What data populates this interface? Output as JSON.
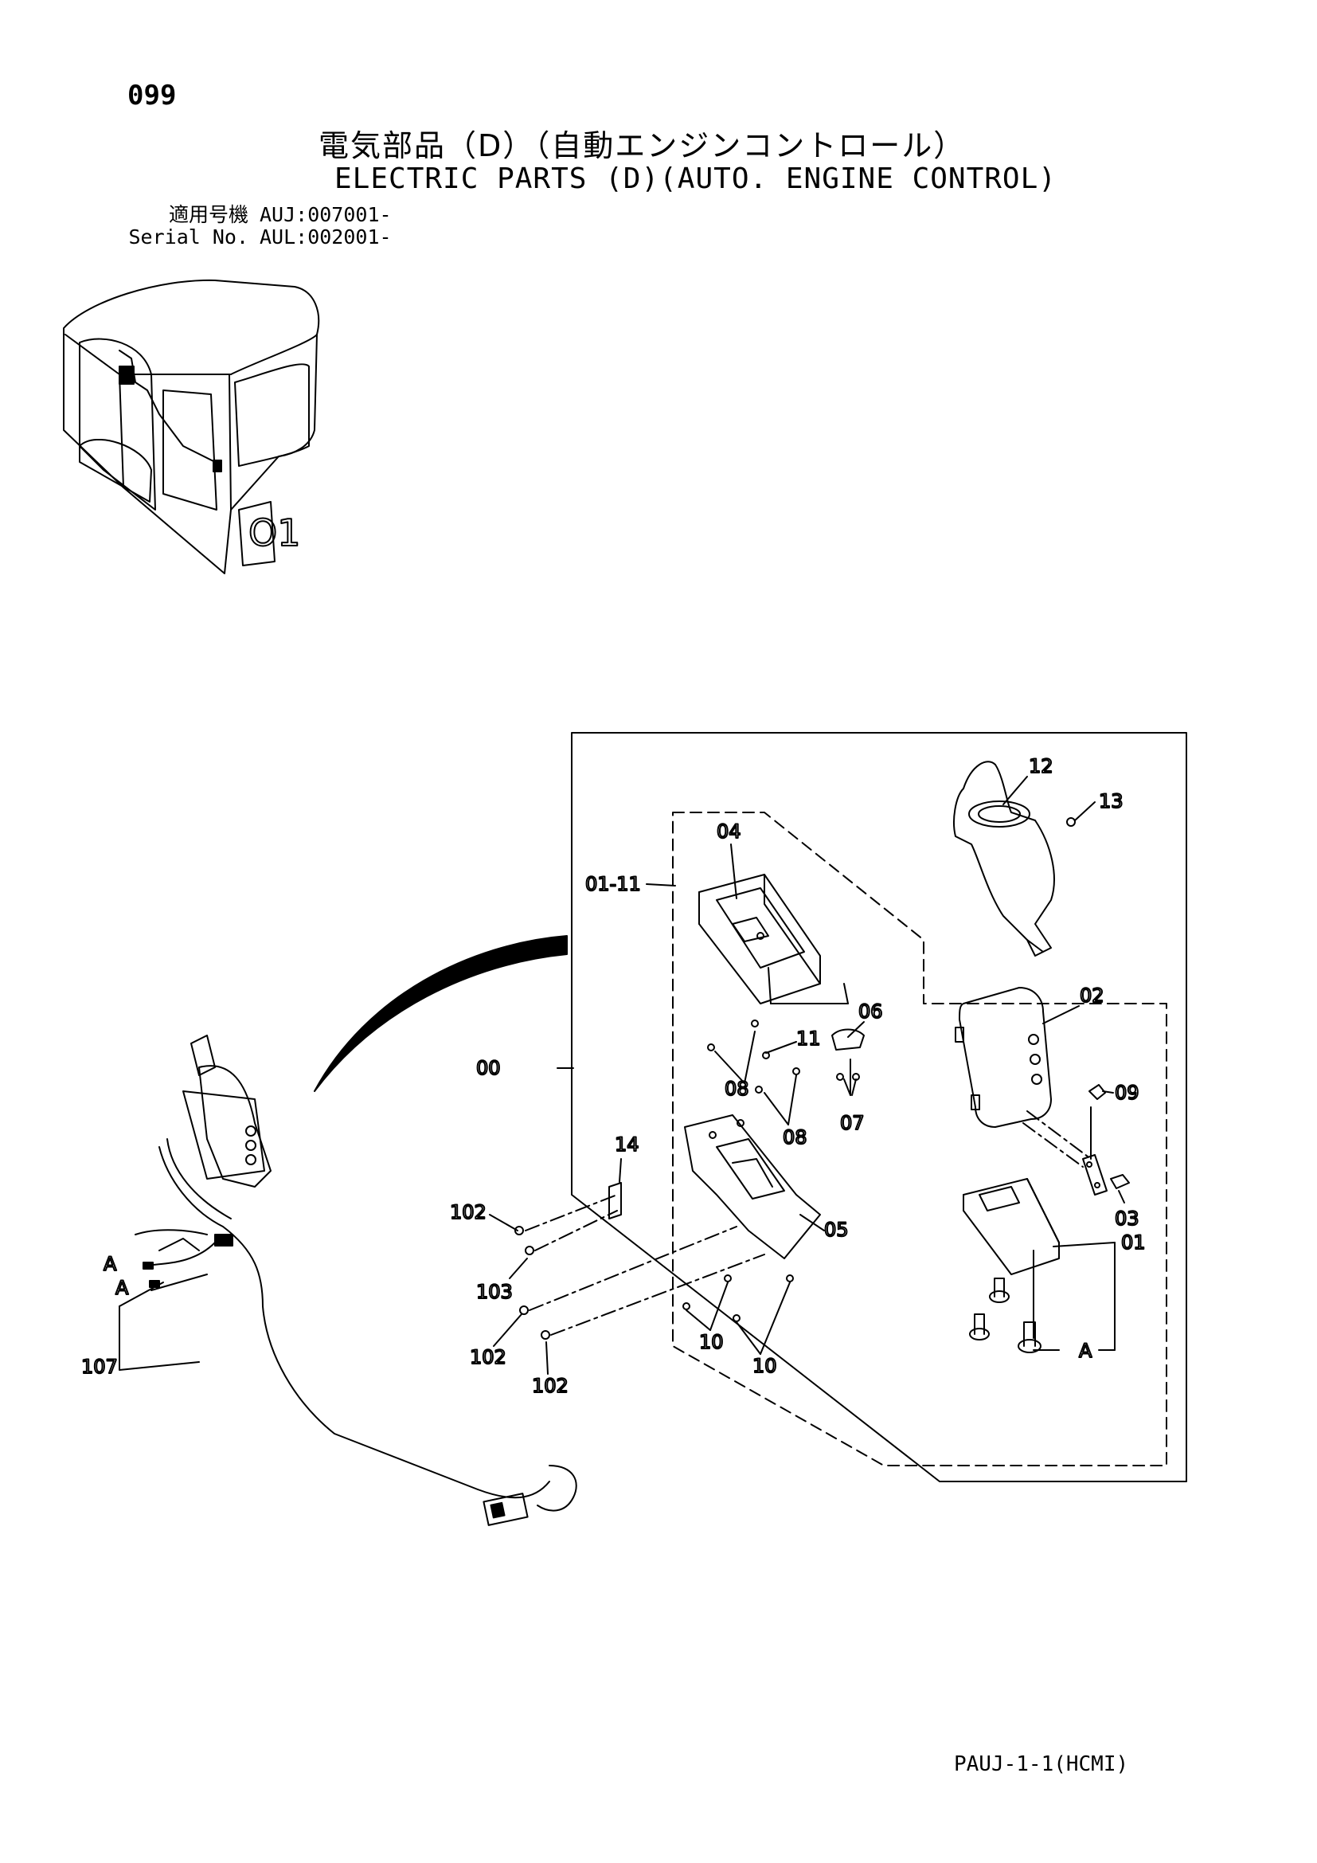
{
  "header": {
    "page_number": "099",
    "title_jp": "電気部品（D）（自動エンジンコントロール）",
    "title_en": "ELECTRIC PARTS (D)(AUTO. ENGINE CONTROL)",
    "serial_rows": [
      {
        "label": "適用号機",
        "value": "AUJ:007001-"
      },
      {
        "label": "Serial No.",
        "value": "AUL:002001-"
      }
    ]
  },
  "overview": {
    "cab_marking": "O1"
  },
  "callouts": {
    "c00": "00",
    "c01": "01",
    "c01_11": "01-11",
    "c02": "02",
    "c03": "03",
    "c04": "04",
    "c05": "05",
    "c06": "06",
    "c07": "07",
    "c08a": "08",
    "c08b": "08",
    "c09": "09",
    "c10a": "10",
    "c10b": "10",
    "c11": "11",
    "c12": "12",
    "c13": "13",
    "c14": "14",
    "c102a": "102",
    "c102b": "102",
    "c102c": "102",
    "c103": "103",
    "c107": "107",
    "cA1": "A",
    "cA2": "A",
    "cA3": "A"
  },
  "footer": {
    "code": "PAUJ-1-1(HCMI)"
  }
}
